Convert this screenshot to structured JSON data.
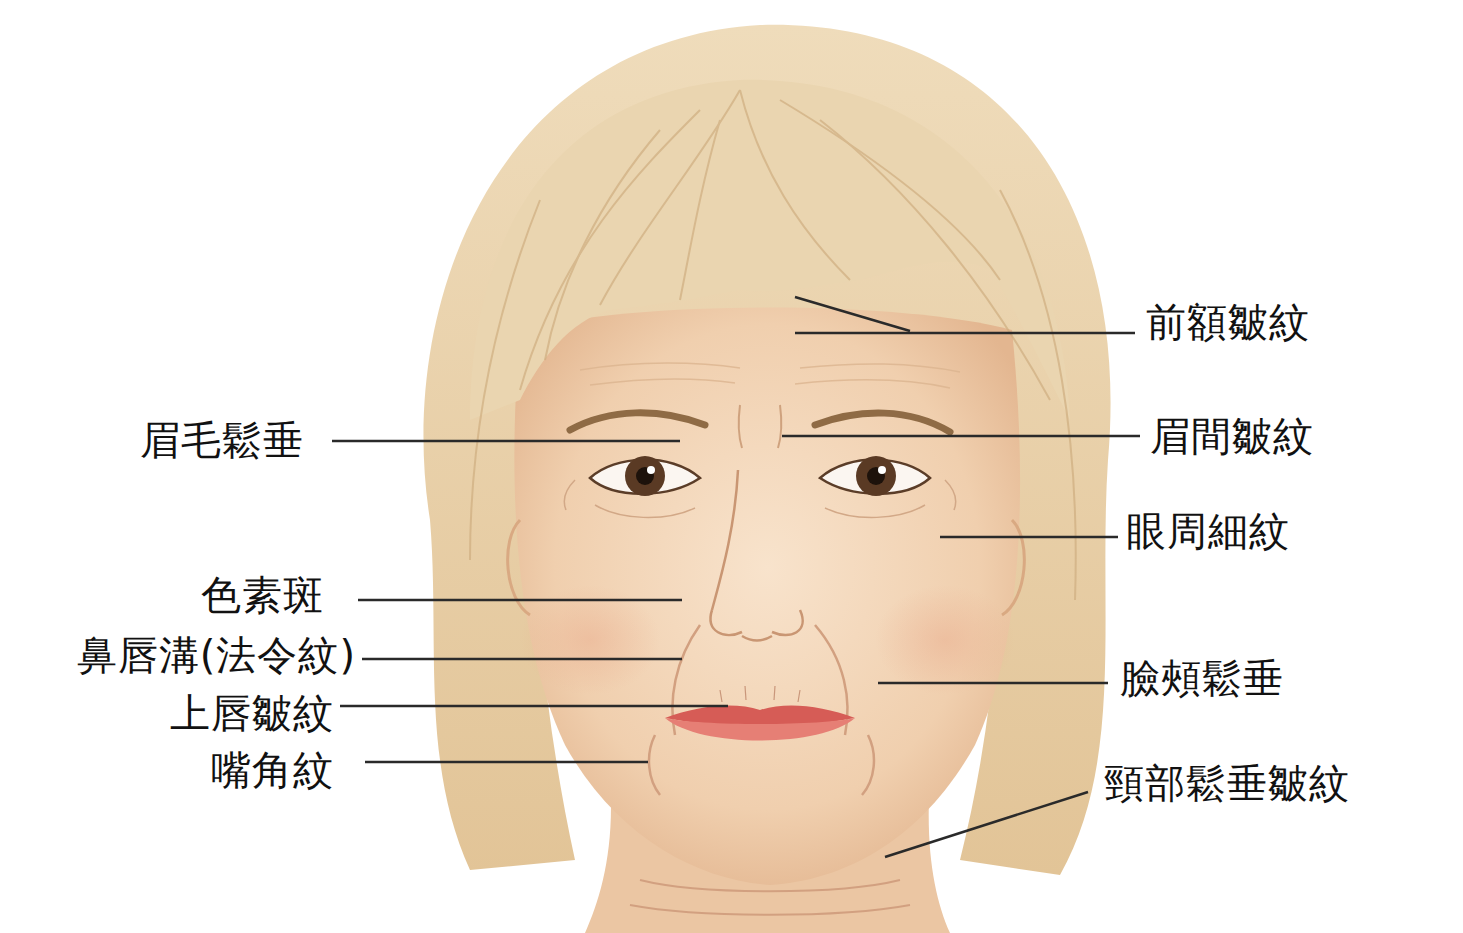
{
  "diagram": {
    "labels": [
      "前額皺紋",
      "眉毛鬆垂",
      "眉間皺紋",
      "眼周細紋",
      "色素斑",
      "鼻唇溝(法令紋)",
      "臉頰鬆垂",
      "上唇皺紋",
      "嘴角紋",
      "頸部鬆垂皺紋"
    ]
  }
}
